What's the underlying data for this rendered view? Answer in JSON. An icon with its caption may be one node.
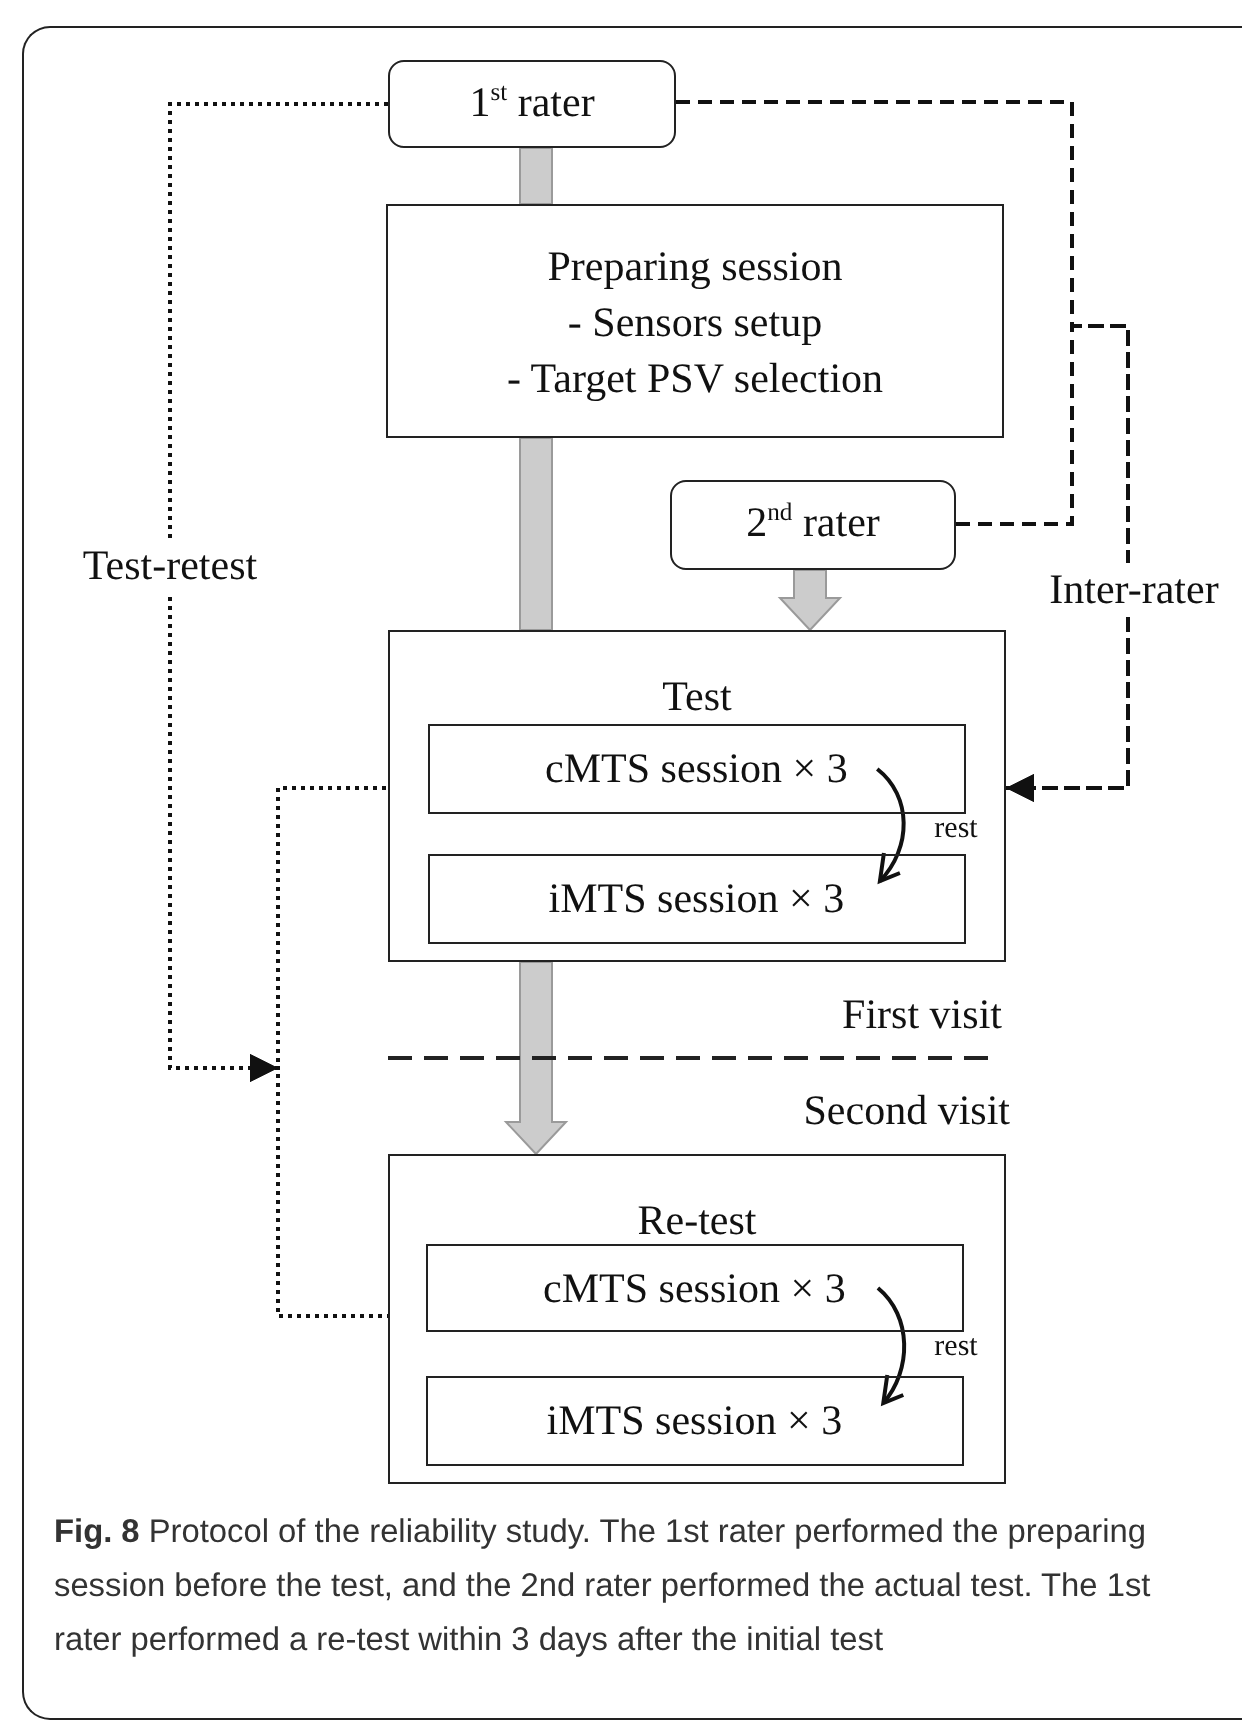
{
  "diagram": {
    "caption": "**Fig. 8** Protocol of the reliability study. The 1st rater performed the preparing session before the test, and the 2nd rater performed the actual test. The 1st rater performed a re-test within 3 days after the initial test",
    "nodes": [
      {
        "text": [
          "1$^{st}$ rater"
        ]
      },
      {
        "text": [
          "Preparing session",
          "- Sensors setup",
          "- Target PSV selection"
        ]
      },
      {
        "text": [
          "2$^{nd}$ rater"
        ]
      },
      {
        "text": [
          "Test"
        ]
      },
      {
        "text": [
          "cMTS session × 3"
        ],
        "in": 3
      },
      {
        "text": [
          "iMTS session × 3"
        ],
        "in": 3
      },
      {
        "text": [
          "Re-test"
        ]
      },
      {
        "text": [
          "cMTS session × 3"
        ],
        "in": 6
      },
      {
        "text": [
          "iMTS session × 3"
        ],
        "in": 6
      }
    ],
    "edges": [
      {
        "from": 0,
        "to": 1,
        "arrow": "none",
        "style": "thick",
        "color": "#cccccc"
      },
      {
        "from": 1,
        "to": 3,
        "arrow": "none",
        "style": "thick",
        "color": "#cccccc"
      },
      {
        "from": 2,
        "to": 3,
        "arrow": "to",
        "style": "thick",
        "color": "#cccccc"
      },
      {
        "from": 3,
        "to": 6,
        "arrow": "to",
        "style": "thick",
        "color": "#cccccc"
      },
      {
        "from": 4,
        "to": 5,
        "arrow": "to",
        "label": "rest"
      },
      {
        "from": 7,
        "to": 8,
        "arrow": "to",
        "label": "rest"
      },
      {
        "from": 0,
        "to": 3,
        "arrow": "to",
        "label": "Test-retest",
        "style": "dashed"
      },
      {
        "from": 0,
        "to": 6,
        "arrow": "to",
        "style": "dashed"
      },
      {
        "from": 0,
        "to": 3,
        "arrow": "to",
        "label": "Inter-rater",
        "style": "dashed"
      },
      {
        "from": 2,
        "to": 3,
        "arrow": "to",
        "style": "dashed"
      }
    ],
    "labels": [
      "First visit",
      "Second visit"
    ]
  }
}
